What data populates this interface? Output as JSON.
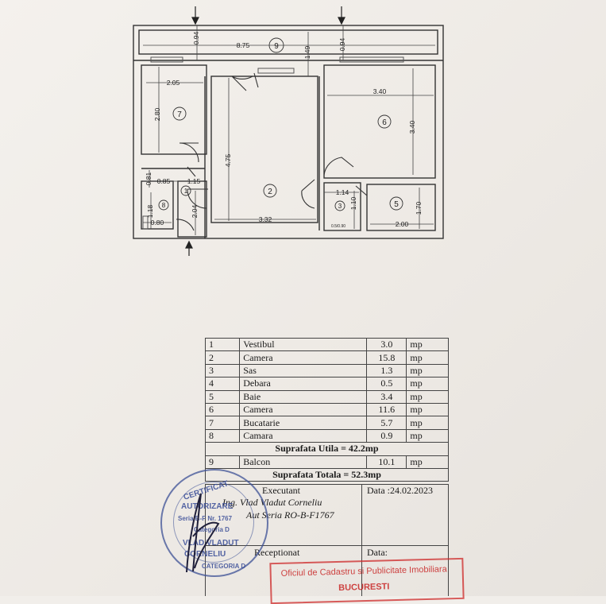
{
  "plan": {
    "dims": {
      "d875": "8.75",
      "d094_left": "0.94",
      "d149": "1.49",
      "d094_right": "0.94",
      "d205": "2.05",
      "d280": "2.80",
      "d475": "4.75",
      "d340_w": "3.40",
      "d340_h": "3.40",
      "d081": "0.81",
      "d085": "0.85",
      "d115": "1.15",
      "d114": "1.14",
      "d118": "1.18",
      "d204": "2.04",
      "d110": "1.10",
      "d170": "1.70",
      "d080": "0.80",
      "d332": "3.32",
      "d200": "2.00",
      "small_note": "0.5/0.90"
    },
    "room_numbers": {
      "r1": "1",
      "r2": "2",
      "r3": "3",
      "r5": "5",
      "r6": "6",
      "r7": "7",
      "r8": "8",
      "r9": "9"
    }
  },
  "table": {
    "rows": [
      {
        "id": "1",
        "name": "Vestibul",
        "area": "3.0",
        "unit": "mp"
      },
      {
        "id": "2",
        "name": "Camera",
        "area": "15.8",
        "unit": "mp"
      },
      {
        "id": "3",
        "name": "Sas",
        "area": "1.3",
        "unit": "mp"
      },
      {
        "id": "4",
        "name": "Debara",
        "area": "0.5",
        "unit": "mp"
      },
      {
        "id": "5",
        "name": "Baie",
        "area": "3.4",
        "unit": "mp"
      },
      {
        "id": "6",
        "name": "Camera",
        "area": "11.6",
        "unit": "mp"
      },
      {
        "id": "7",
        "name": "Bucatarie",
        "area": "5.7",
        "unit": "mp"
      },
      {
        "id": "8",
        "name": "Camara",
        "area": "0.9",
        "unit": "mp"
      }
    ],
    "useful_total": "Suprafata  Utila = 42.2mp",
    "balcony": {
      "id": "9",
      "name": "Balcon",
      "area": "10.1",
      "unit": "mp"
    },
    "grand_total": "Suprafata Totala = 52.3mp"
  },
  "signature": {
    "executant_label": "Executant",
    "date_label": "Data :24.02.2023",
    "engineer": "Ing. Vlad Vladut Corneliu",
    "authorization": "Aut Seria RO-B-F1767",
    "receptionat_label": "Receptionat",
    "date2_label": "Data:"
  },
  "stamps": {
    "round_lines": [
      "CERTIFICAT",
      "AUTORIZARE",
      "Seria B-F Nr. 1767",
      "Categoria D",
      "VLAD VLADUT",
      "CORNELIU",
      "CATEGORIA D"
    ],
    "red_line1": "Oficiul de Cadastru si Publicitate Imobiliara",
    "red_line2": "BUCURESTI"
  }
}
